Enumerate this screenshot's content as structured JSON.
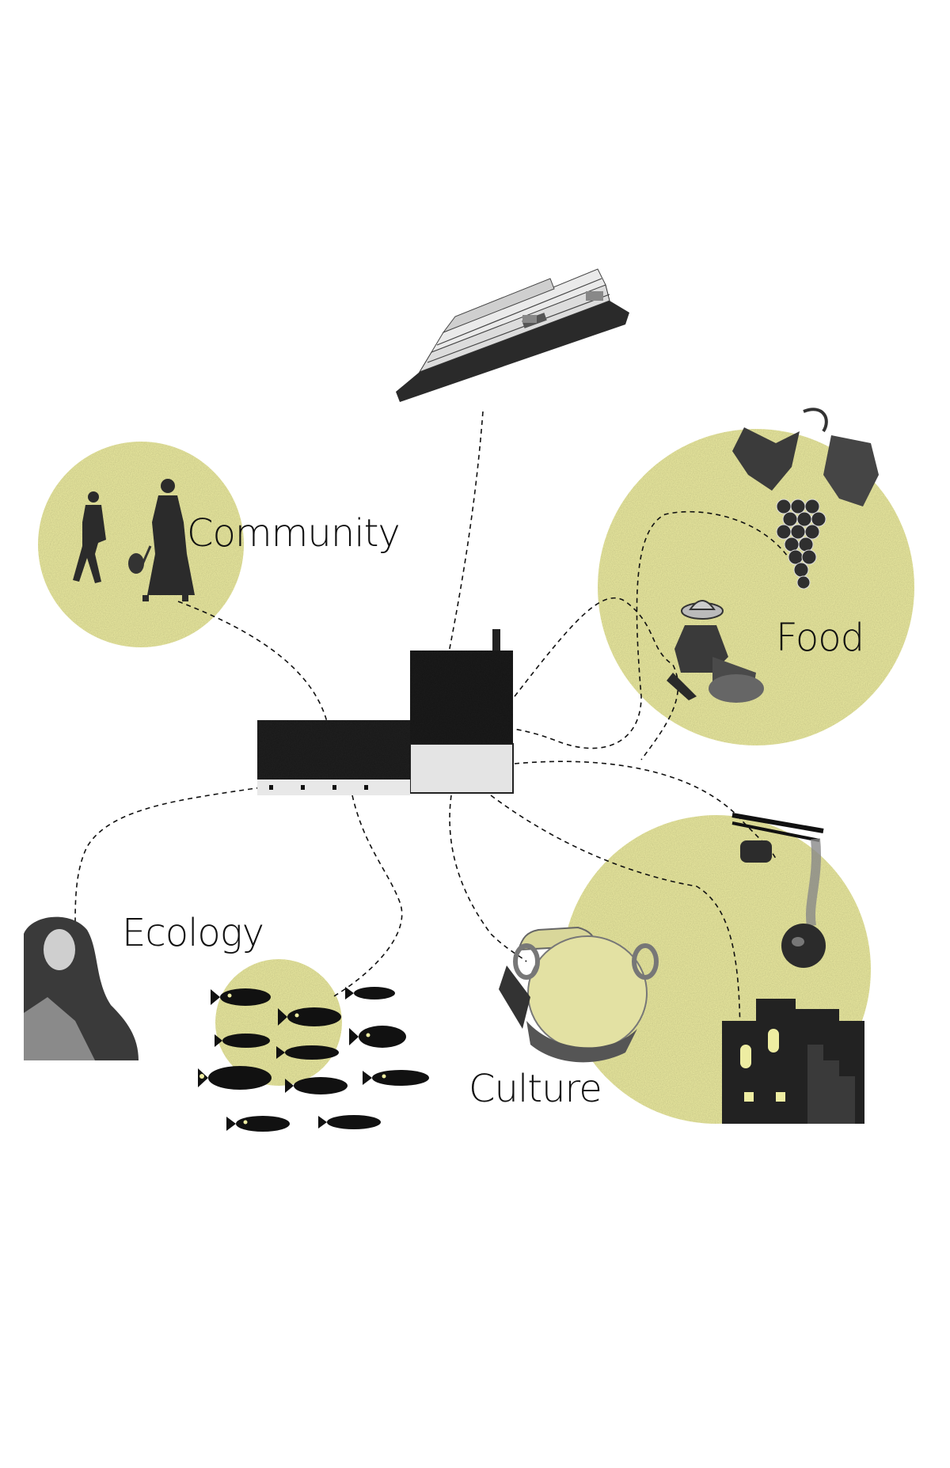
{
  "labels": {
    "community": "Community",
    "food": "Food",
    "ecology": "Ecology",
    "culture": "Culture"
  },
  "colors": {
    "circle_fill": "#EEEDA2",
    "ink": "#111111",
    "background": "#FFFFFF"
  },
  "icons": [
    "ferry-icon",
    "walking-couple-icon",
    "grape-vine-icon",
    "gardener-icon",
    "building-icon",
    "woman-portrait-icon",
    "fish-school-icon",
    "clay-pot-icon",
    "tongs-fruit-icon",
    "stair-sculpture-icon"
  ]
}
